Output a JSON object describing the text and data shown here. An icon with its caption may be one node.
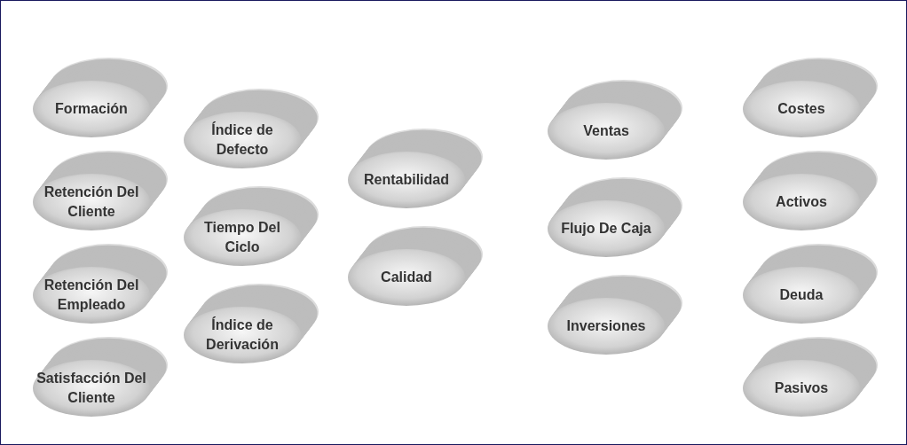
{
  "diagram": {
    "nodes": [
      {
        "text": [
          "Formación"
        ]
      },
      {
        "text": [
          "Retención Del Cliente"
        ]
      },
      {
        "text": [
          "Retención Del Empleado"
        ]
      },
      {
        "text": [
          "Satisfacción Del Cliente"
        ]
      },
      {
        "text": [
          "Índice de Defecto"
        ]
      },
      {
        "text": [
          "Tiempo Del Ciclo"
        ]
      },
      {
        "text": [
          "Índice de Derivación"
        ]
      },
      {
        "text": [
          "Rentabilidad"
        ]
      },
      {
        "text": [
          "Calidad"
        ]
      },
      {
        "text": [
          "Ventas"
        ]
      },
      {
        "text": [
          "Flujo De Caja"
        ]
      },
      {
        "text": [
          "Inversiones"
        ]
      },
      {
        "text": [
          "Costes"
        ]
      },
      {
        "text": [
          "Activos"
        ]
      },
      {
        "text": [
          "Deuda"
        ]
      },
      {
        "text": [
          "Pasivos"
        ]
      }
    ]
  }
}
